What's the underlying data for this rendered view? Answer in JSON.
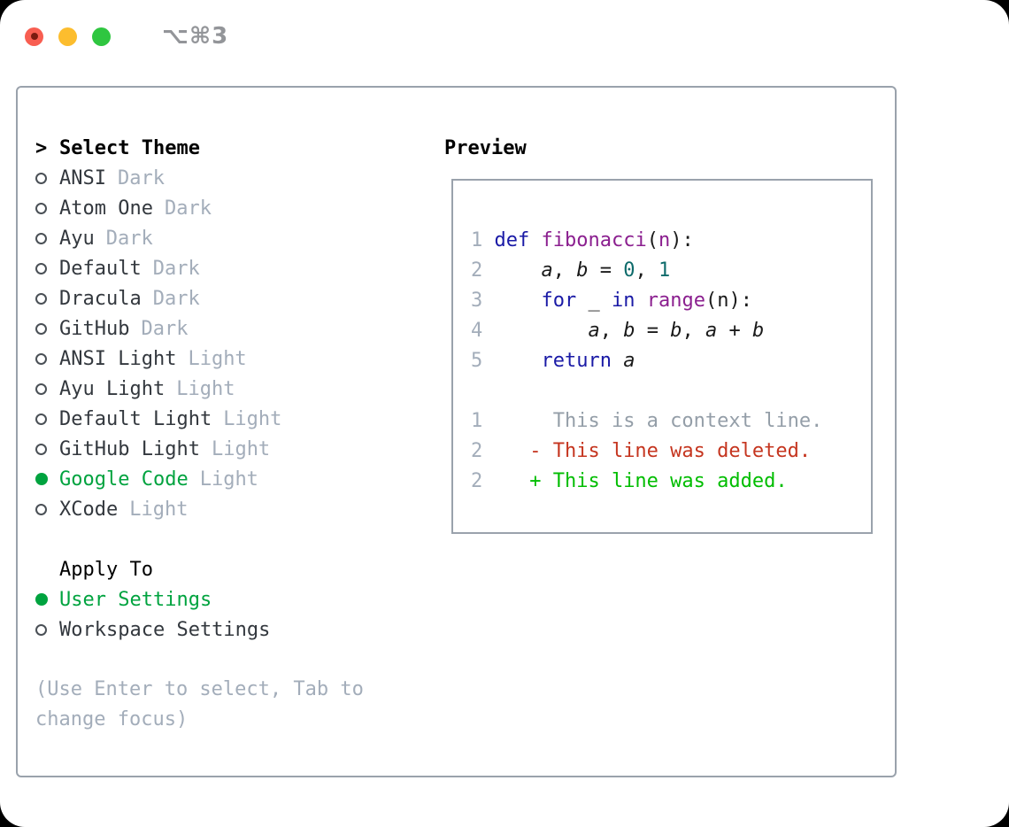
{
  "window": {
    "title": "⌥⌘3"
  },
  "theme_picker": {
    "prefix": ">",
    "header": "Select Theme",
    "items": [
      {
        "label": "ANSI",
        "variant": "Dark",
        "selected": false
      },
      {
        "label": "Atom One",
        "variant": "Dark",
        "selected": false
      },
      {
        "label": "Ayu",
        "variant": "Dark",
        "selected": false
      },
      {
        "label": "Default",
        "variant": "Dark",
        "selected": false
      },
      {
        "label": "Dracula",
        "variant": "Dark",
        "selected": false
      },
      {
        "label": "GitHub",
        "variant": "Dark",
        "selected": false
      },
      {
        "label": "ANSI Light",
        "variant": "Light",
        "selected": false
      },
      {
        "label": "Ayu Light",
        "variant": "Light",
        "selected": false
      },
      {
        "label": "Default Light",
        "variant": "Light",
        "selected": false
      },
      {
        "label": "GitHub Light",
        "variant": "Light",
        "selected": false
      },
      {
        "label": "Google Code",
        "variant": "Light",
        "selected": true
      },
      {
        "label": "XCode",
        "variant": "Light",
        "selected": false
      }
    ]
  },
  "apply_to": {
    "header": "Apply To",
    "items": [
      {
        "label": "User Settings",
        "selected": true
      },
      {
        "label": "Workspace Settings",
        "selected": false
      }
    ]
  },
  "help_text": "(Use Enter to select, Tab to change focus)",
  "preview": {
    "header": "Preview",
    "lines": [
      [
        [
          "n",
          "1 "
        ],
        [
          "k",
          "def"
        ],
        [
          "p",
          " "
        ],
        [
          "t",
          "fibonacci"
        ],
        [
          "p",
          "("
        ],
        [
          "t",
          "n"
        ],
        [
          "p",
          "):"
        ]
      ],
      [
        [
          "n",
          "2 "
        ],
        [
          "p",
          "    "
        ],
        [
          "v",
          "a"
        ],
        [
          "p",
          ", "
        ],
        [
          "v",
          "b"
        ],
        [
          "p",
          " = "
        ],
        [
          "l",
          "0"
        ],
        [
          "p",
          ", "
        ],
        [
          "l",
          "1"
        ]
      ],
      [
        [
          "n",
          "3 "
        ],
        [
          "p",
          "    "
        ],
        [
          "k",
          "for"
        ],
        [
          "p",
          " _ "
        ],
        [
          "k",
          "in"
        ],
        [
          "p",
          " "
        ],
        [
          "t",
          "range"
        ],
        [
          "p",
          "(n):"
        ]
      ],
      [
        [
          "n",
          "4 "
        ],
        [
          "p",
          "        "
        ],
        [
          "v",
          "a"
        ],
        [
          "p",
          ", "
        ],
        [
          "v",
          "b"
        ],
        [
          "p",
          " = "
        ],
        [
          "v",
          "b"
        ],
        [
          "p",
          ", "
        ],
        [
          "v",
          "a"
        ],
        [
          "p",
          " + "
        ],
        [
          "v",
          "b"
        ]
      ],
      [
        [
          "n",
          "5 "
        ],
        [
          "p",
          "    "
        ],
        [
          "k",
          "return"
        ],
        [
          "p",
          " "
        ],
        [
          "v",
          "a"
        ]
      ],
      [],
      [
        [
          "n",
          "1"
        ],
        [
          "c",
          "      This is a context line."
        ]
      ],
      [
        [
          "n",
          "2"
        ],
        [
          "d",
          "    - This line was deleted."
        ]
      ],
      [
        [
          "n",
          "2"
        ],
        [
          "a",
          "    + This line was added."
        ]
      ]
    ]
  },
  "colors": {
    "accent_green": "#00a33f",
    "diff_added": "#00bd00",
    "diff_deleted": "#c5351f",
    "syntax_keyword": "#1a1aa6",
    "syntax_type": "#8b1f8f",
    "syntax_literal": "#0e6b6b",
    "muted_gray": "#a3adba",
    "context_gray": "#949ea8",
    "border_gray": "#9aa2ac",
    "item_text": "#33383e"
  }
}
